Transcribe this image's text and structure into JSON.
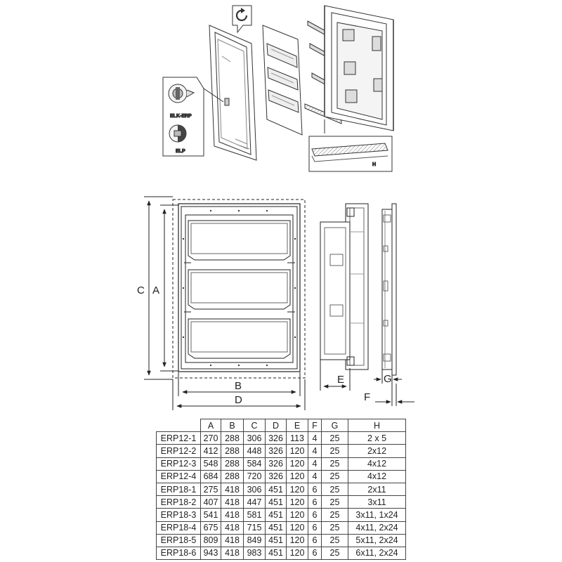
{
  "exploded_view": {
    "rotate_icon": "rotate-clockwise-icon",
    "lock_labels": [
      "ELK-ERP",
      "ELP"
    ],
    "part_label": "H"
  },
  "dimension_labels": [
    "A",
    "B",
    "C",
    "D",
    "E",
    "F",
    "G"
  ],
  "table": {
    "columns": [
      "",
      "A",
      "B",
      "C",
      "D",
      "E",
      "F",
      "G",
      "H"
    ],
    "rows": [
      [
        "ERP12-1",
        "270",
        "288",
        "306",
        "326",
        "113",
        "4",
        "25",
        "2 x 5"
      ],
      [
        "ERP12-2",
        "412",
        "288",
        "448",
        "326",
        "120",
        "4",
        "25",
        "2x12"
      ],
      [
        "ERP12-3",
        "548",
        "288",
        "584",
        "326",
        "120",
        "4",
        "25",
        "4x12"
      ],
      [
        "ERP12-4",
        "684",
        "288",
        "720",
        "326",
        "120",
        "4",
        "25",
        "4x12"
      ],
      [
        "ERP18-1",
        "275",
        "418",
        "306",
        "451",
        "120",
        "6",
        "25",
        "2x11"
      ],
      [
        "ERP18-2",
        "407",
        "418",
        "447",
        "451",
        "120",
        "6",
        "25",
        "3x11"
      ],
      [
        "ERP18-3",
        "541",
        "418",
        "581",
        "451",
        "120",
        "6",
        "25",
        "3x11, 1x24"
      ],
      [
        "ERP18-4",
        "675",
        "418",
        "715",
        "451",
        "120",
        "6",
        "25",
        "4x11, 2x24"
      ],
      [
        "ERP18-5",
        "809",
        "418",
        "849",
        "451",
        "120",
        "6",
        "25",
        "5x11, 2x24"
      ],
      [
        "ERP18-6",
        "943",
        "418",
        "983",
        "451",
        "120",
        "6",
        "25",
        "6x11, 2x24"
      ]
    ]
  }
}
